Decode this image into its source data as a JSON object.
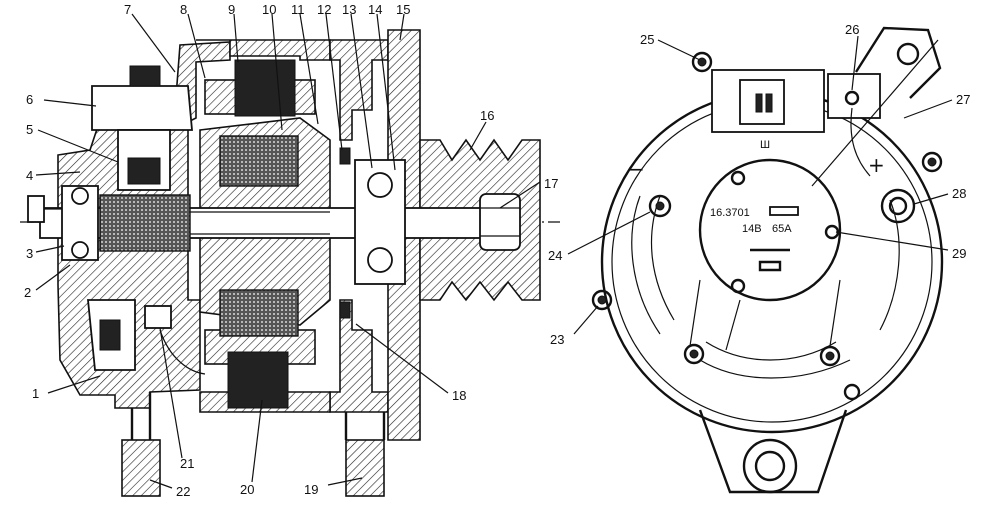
{
  "left_view": {
    "callouts": [
      "1",
      "2",
      "3",
      "4",
      "5",
      "6",
      "7",
      "8",
      "9",
      "10",
      "11",
      "12",
      "13",
      "14",
      "15",
      "16",
      "17",
      "18",
      "19",
      "20",
      "21",
      "22"
    ]
  },
  "right_view": {
    "callouts": [
      "23",
      "24",
      "25",
      "26",
      "27",
      "28",
      "29"
    ],
    "nameplate": {
      "model": "16.3701",
      "voltage": "14В",
      "current": "65А"
    },
    "minus_symbol": "−",
    "plus_symbol": "+",
    "terminal_mark": "Ш"
  }
}
